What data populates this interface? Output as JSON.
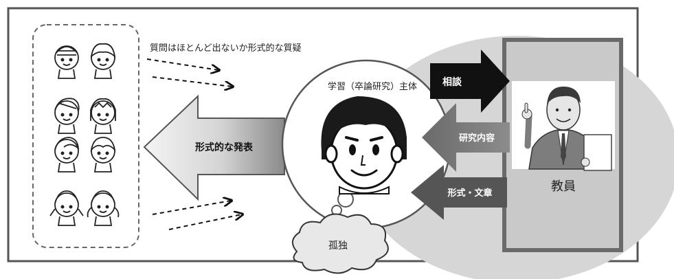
{
  "texts": {
    "question_note": "質問はほとんど出ないか形式的な質疑",
    "formal_presentation": "形式的な発表",
    "student_label": "学習（卒論研究）主体",
    "consultation": "相談",
    "research_content": "研究内容",
    "format_writing": "形式・文章",
    "teacher": "教員",
    "isolation": "孤独"
  }
}
